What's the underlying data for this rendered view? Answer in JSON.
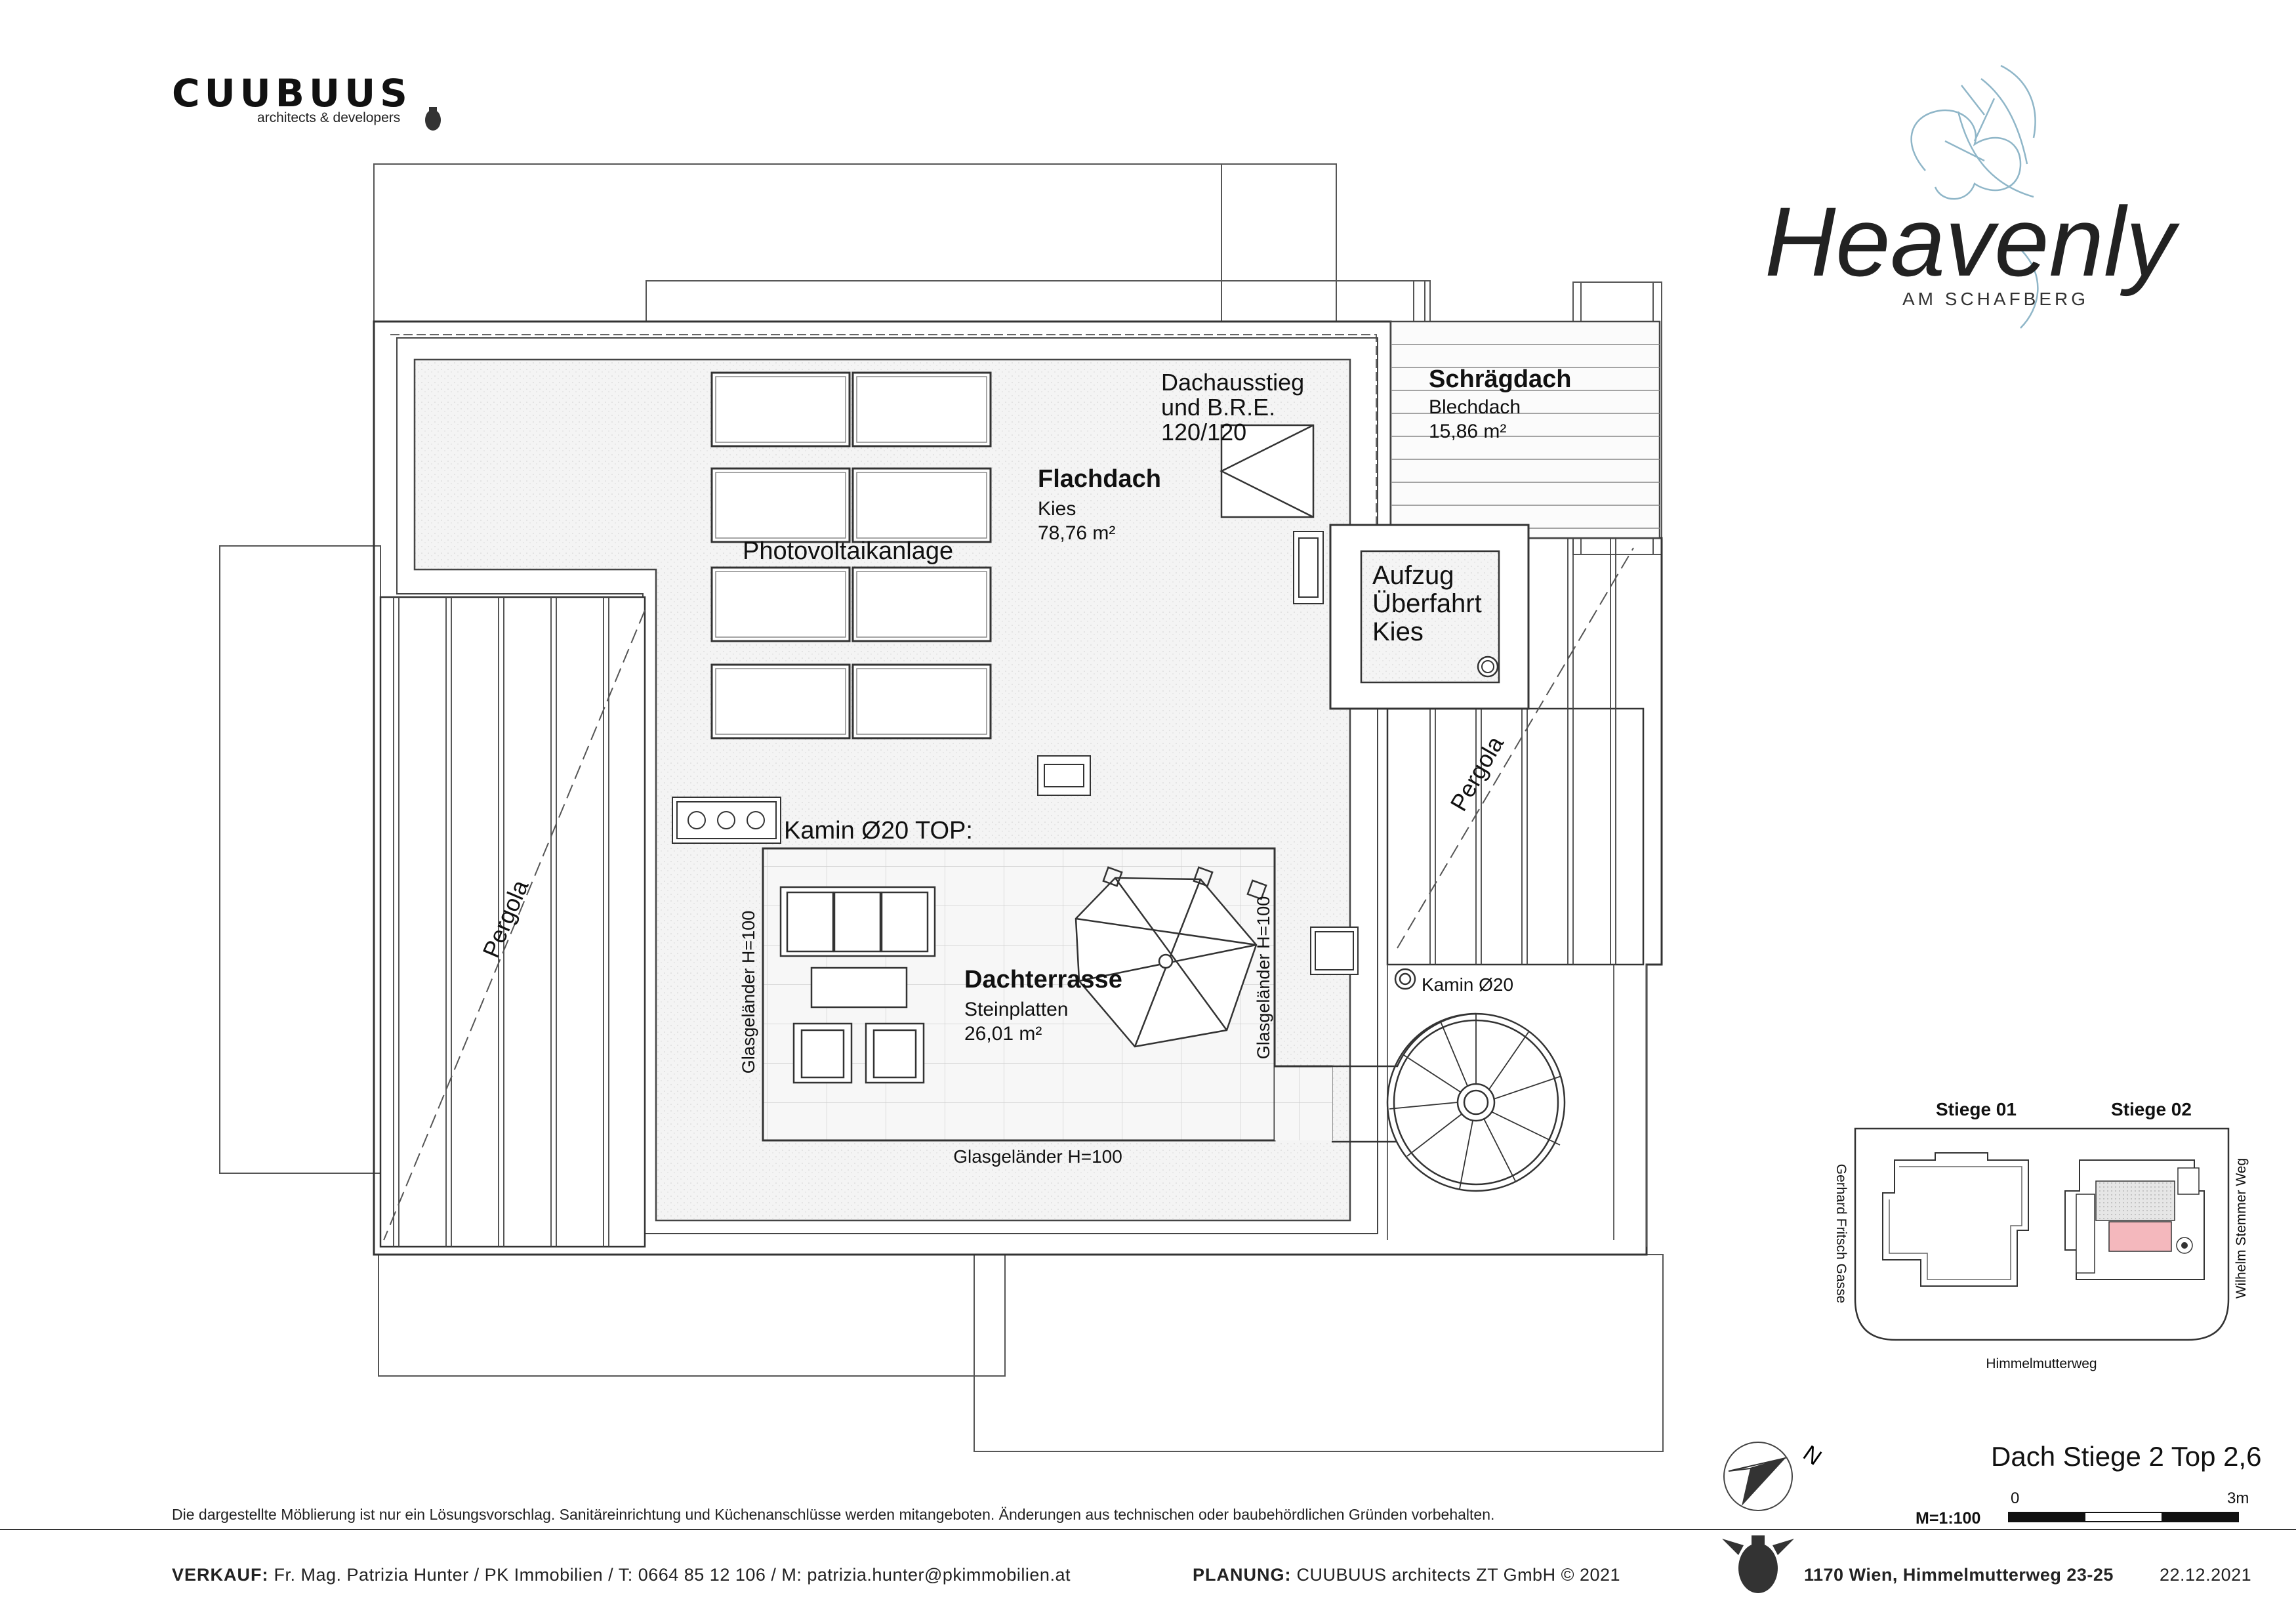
{
  "header": {
    "brand": "CUUBUUS",
    "brand_sub": "architects & developers",
    "project_name": "Heavenly",
    "project_sub": "AM SCHAFBERG"
  },
  "plan": {
    "flachdach": {
      "title": "Flachdach",
      "material": "Kies",
      "area": "78,76 m²"
    },
    "schraegdach": {
      "title": "Schrägdach",
      "material": "Blechdach",
      "area": "15,86 m²"
    },
    "dachterrasse": {
      "title": "Dachterrasse",
      "material": "Steinplatten",
      "area": "26,01 m²"
    },
    "dachausstieg": {
      "line1": "Dachausstieg",
      "line2": "und B.R.E.",
      "line3": "120/120"
    },
    "aufzug": {
      "line1": "Aufzug",
      "line2": "Überfahrt",
      "line3": "Kies"
    },
    "photovoltaik": "Photovoltaikanlage",
    "kamin_top": "Kamin Ø20 TOP:",
    "kamin": "Kamin Ø20",
    "pergola_left": "Pergola",
    "pergola_right": "Pergola",
    "glas_left": "Glasgeländer H=100",
    "glas_right": "Glasgeländer H=100",
    "glas_bottom": "Glasgeländer H=100"
  },
  "keyplan": {
    "stiege1": "Stiege 01",
    "stiege2": "Stiege 02",
    "street_left": "Gerhard Fritsch Gasse",
    "street_right": "Wilhelm Stemmer Weg",
    "street_bottom": "Himmelmutterweg",
    "highlight_color": "#f4b8bd"
  },
  "title_block": {
    "plan_title": "Dach Stiege 2 Top 2,6",
    "scale": "M=1:100",
    "scale_start": "0",
    "scale_end": "3m",
    "north_label": "N"
  },
  "footer": {
    "disclaimer": "Die dargestellte Möblierung ist nur ein Lösungsvorschlag. Sanitäreinrichtung und Küchenanschlüsse werden mitangeboten. Änderungen aus technischen oder baubehördlichen Gründen vorbehalten.",
    "verkauf_label": "VERKAUF:",
    "verkauf_text": "Fr. Mag. Patrizia Hunter / PK Immobilien / T: 0664 85 12 106 / M: patrizia.hunter@pkimmobilien.at",
    "planung_label": "PLANUNG:",
    "planung_text": "CUUBUUS architects ZT GmbH  ©  2021",
    "address": "1170 Wien, Himmelmutterweg 23-25",
    "date": "22.12.2021"
  }
}
